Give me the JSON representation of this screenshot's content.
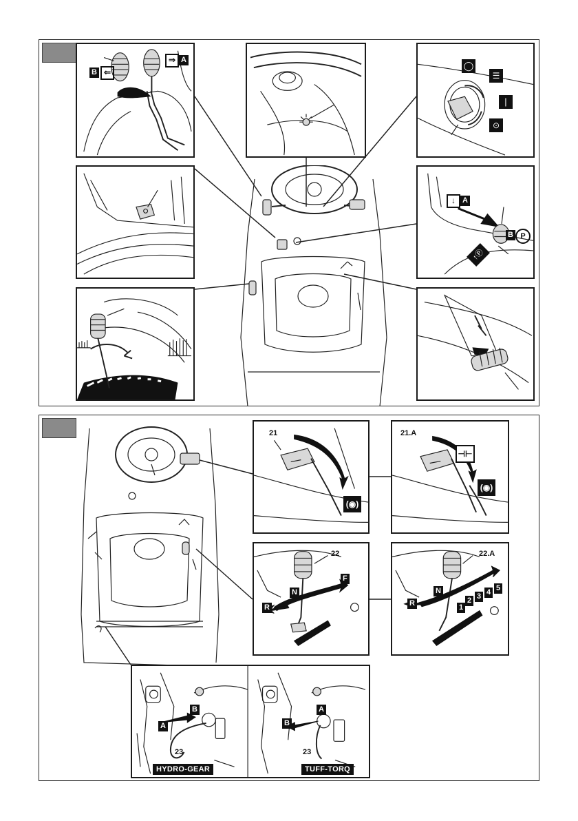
{
  "figure_top": {
    "panel_gear_lever": {
      "badge_a": "A",
      "badge_b": "B"
    },
    "panel_brake_lever": {
      "badge_a": "A",
      "badge_b": "B"
    }
  },
  "figure_bottom": {
    "pedal_21": {
      "label": "21"
    },
    "pedal_21a": {
      "label": "21.A"
    },
    "lever_22": {
      "label": "22",
      "gear_f": "F",
      "gear_n": "N",
      "gear_r": "R"
    },
    "lever_22a": {
      "label": "22.A",
      "gear_n": "N",
      "gear_r": "R",
      "gears": [
        "1",
        "2",
        "3",
        "4",
        "5"
      ]
    },
    "bypass": {
      "hydro_gear": {
        "brand": "HYDRO-GEAR",
        "badge_a": "A",
        "badge_b": "B",
        "label": "23"
      },
      "tuff_torq": {
        "brand": "TUFF-TORQ",
        "badge_a": "A",
        "badge_b": "B",
        "label": "23"
      }
    }
  }
}
